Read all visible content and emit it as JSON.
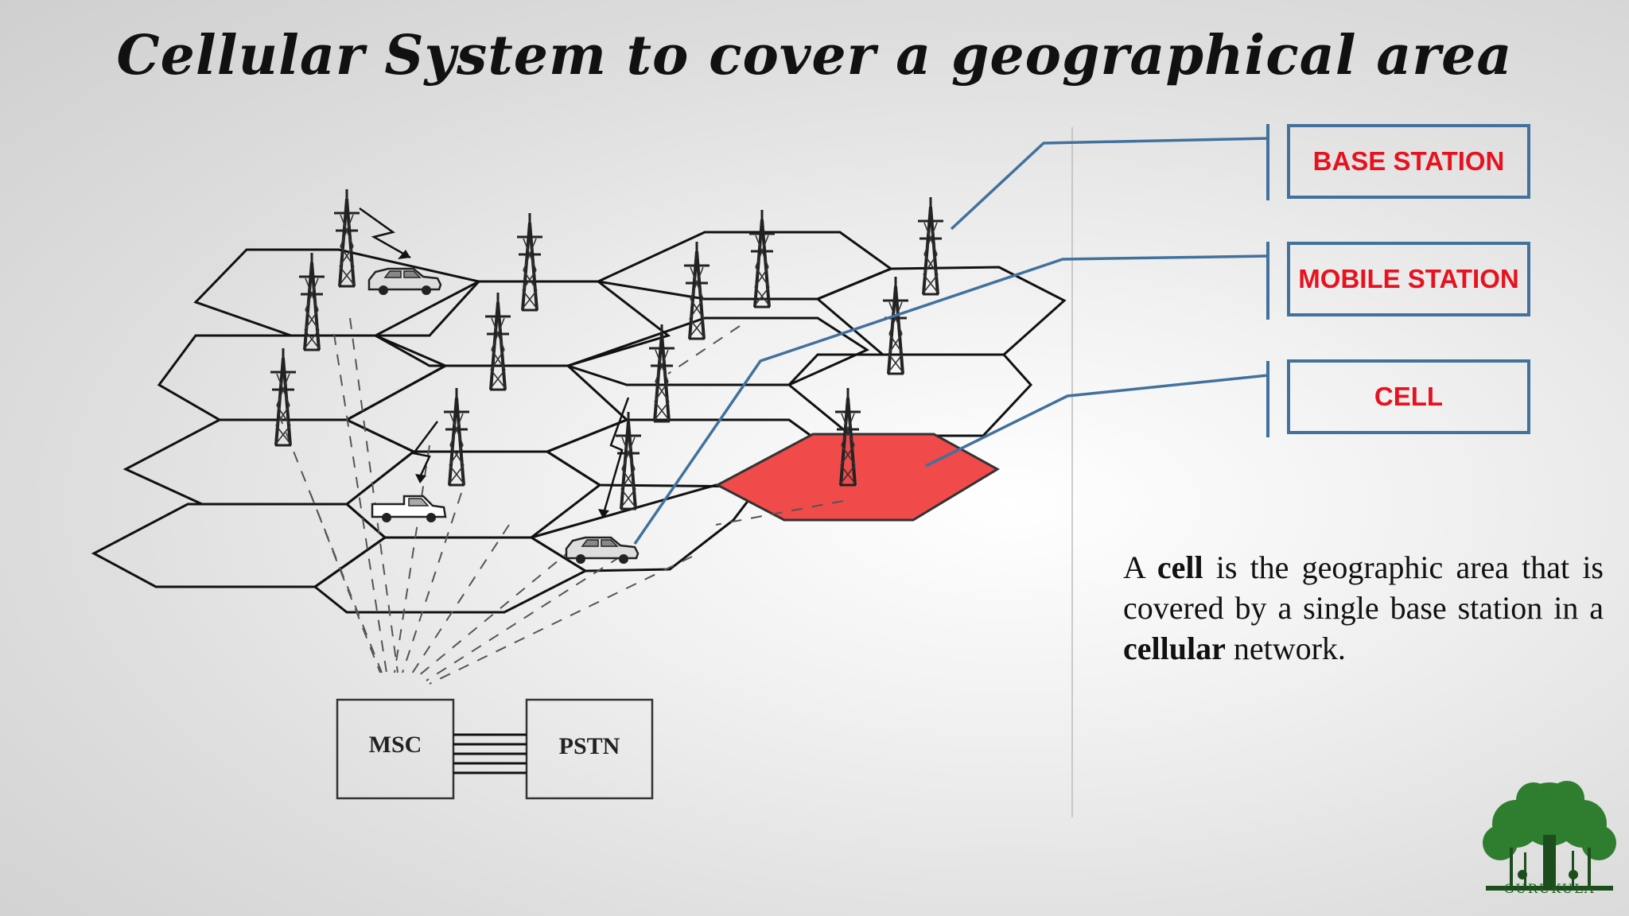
{
  "title": "Cellular System to cover a geographical area",
  "labels": {
    "base_station": "BASE STATION",
    "mobile_station": "MOBILE STATION",
    "cell": "CELL"
  },
  "diagram": {
    "msc": "MSC",
    "pstn": "PSTN"
  },
  "description": {
    "p1": "A ",
    "b1": "cell",
    "p2": " is the geographic area that is covered by a single base station in a ",
    "b2": "cellular",
    "p3": " network."
  },
  "logo": {
    "text": "GURUKULA"
  },
  "colors": {
    "label_text": "#e8121f",
    "box_border": "#41719c",
    "highlight_cell": "#f04a4a",
    "connector": "#41719c"
  }
}
